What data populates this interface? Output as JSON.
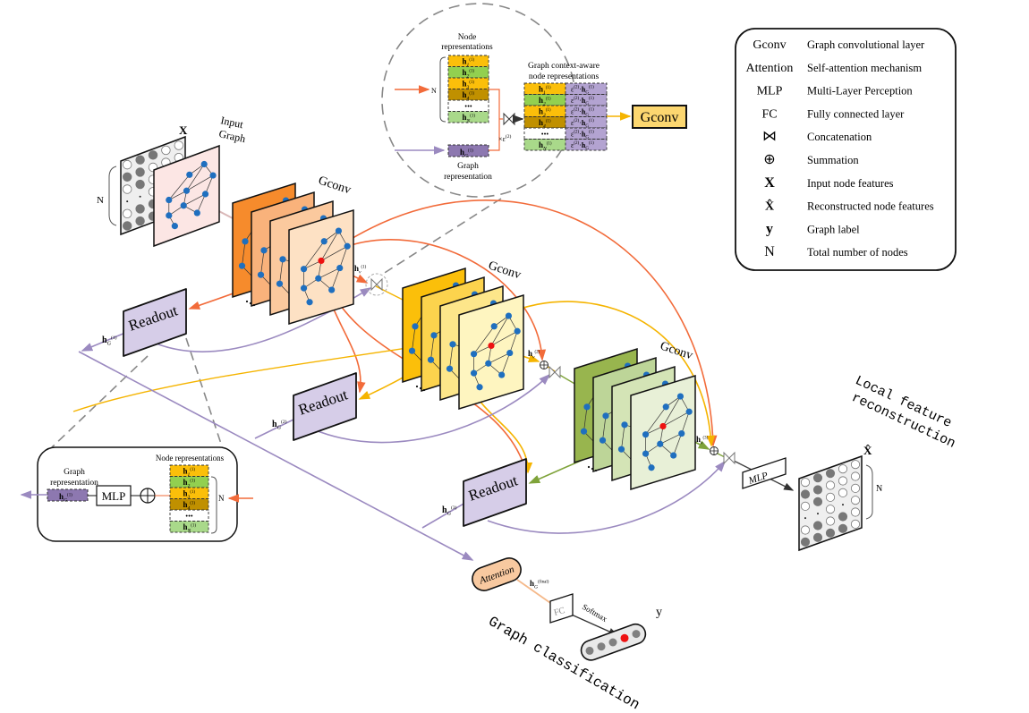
{
  "colors": {
    "orange": "#f26b3a",
    "yellow": "#f5b400",
    "green": "#7fa33a",
    "purple": "#9b8ac0",
    "readout_fill": "#d6cde8",
    "attention_fill": "#f8c9a0",
    "gconv_box_fill": "#fcd770",
    "red_node": "#ee1111",
    "blue_node": "#1f6fbf",
    "dash_gray": "#888888"
  },
  "legend": [
    {
      "symbol": "Gconv",
      "desc": "Graph convolutional layer"
    },
    {
      "symbol": "Attention",
      "desc": "Self-attention mechanism"
    },
    {
      "symbol": "MLP",
      "desc": "Multi-Layer Perception"
    },
    {
      "symbol": "FC",
      "desc": "Fully connected layer"
    },
    {
      "symbol": "⋈",
      "desc": "Concatenation"
    },
    {
      "symbol": "⊕",
      "desc": "Summation"
    },
    {
      "symbol": "X",
      "desc": "Input node features"
    },
    {
      "symbol": "X̂",
      "desc": "Reconstructed node features"
    },
    {
      "symbol": "y",
      "desc": "Graph label"
    },
    {
      "symbol": "N",
      "desc": "Total number of nodes"
    }
  ],
  "input_graph": {
    "x_label": "X",
    "title": [
      "Input",
      "Graph"
    ],
    "n_label": "N"
  },
  "layers": [
    {
      "label": "Gconv",
      "colors": [
        "#f68b2c",
        "#f9b27b",
        "#fbc99e",
        "#fde1c4"
      ],
      "hv": {
        "base": "h",
        "sub": "v",
        "sup": "(1)"
      }
    },
    {
      "label": "Gconv",
      "colors": [
        "#fbbf0a",
        "#fcd34d",
        "#fde68a",
        "#fef5c0"
      ],
      "hv": {
        "base": "h",
        "sub": "v",
        "sup": "(2)"
      }
    },
    {
      "label": "Gconv",
      "colors": [
        "#98b54e",
        "#bdd598",
        "#d4e4b6",
        "#e8f0d7"
      ],
      "hv": {
        "base": "h",
        "sub": "v",
        "sup": "(3)"
      }
    }
  ],
  "readouts": [
    {
      "label": "Readout",
      "hg": {
        "base": "h",
        "sub": "G",
        "sup": "(1)"
      }
    },
    {
      "label": "Readout",
      "hg": {
        "base": "h",
        "sub": "G",
        "sup": "(2)"
      }
    },
    {
      "label": "Readout",
      "hg": {
        "base": "h",
        "sub": "G",
        "sup": "(3)"
      }
    }
  ],
  "context_inset": {
    "node_title": [
      "Node",
      "representations"
    ],
    "ctx_title": [
      "Graph context-aware",
      "node representations"
    ],
    "graph_title": [
      "Graph",
      "representation"
    ],
    "n_label": "N",
    "scale_label": {
      "base": "×ε",
      "sup": "(2)"
    },
    "rows": [
      {
        "base": "h",
        "sub": "1",
        "sup": "(1)",
        "color": "#fbbf0a"
      },
      {
        "base": "h",
        "sub": "2",
        "sup": "(1)",
        "color": "#92d050"
      },
      {
        "base": "h",
        "sub": "3",
        "sup": "(1)",
        "color": "#fbbf0a"
      },
      {
        "base": "h",
        "sub": "4",
        "sup": "(1)",
        "color": "#c09000"
      },
      {
        "ellipsis": "•••",
        "color": "#ffffff"
      },
      {
        "base": "h",
        "sub": "N",
        "sup": "(1)",
        "color": "#a9d98a"
      }
    ],
    "graph_rep": {
      "base": "h",
      "sub": "G",
      "sup": "(1)",
      "color": "#8d78b0"
    },
    "ctx_term": {
      "eps": "ε",
      "eps_sup": "(2)",
      "dot": "·",
      "base": "h",
      "sub": "G",
      "sup": "(1)",
      "color": "#b3a3d1"
    },
    "ctx_ellipsis": "•••",
    "gconv_label": "Gconv"
  },
  "readout_inset": {
    "graph_title": [
      "Graph",
      "representation"
    ],
    "node_title": "Node representations",
    "mlp_label": "MLP",
    "n_label": "N"
  },
  "classification": {
    "attention": "Attention",
    "hg_final": {
      "base": "h",
      "sub": "G",
      "sup": "(final)"
    },
    "fc": "FC",
    "softmax": "Softmax",
    "y_label": "y",
    "y_highlight_index": 3,
    "title": "Graph classification"
  },
  "reconstruction": {
    "mlp": "MLP",
    "xhat_label": "X̂",
    "n_label": "N",
    "title": [
      "Local feature",
      "reconstruction"
    ]
  }
}
